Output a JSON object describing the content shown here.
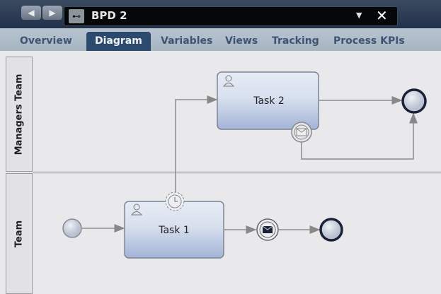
{
  "toolbar": {
    "back": "◀",
    "forward": "▶",
    "title": "BPD 2",
    "dropdown": "▼",
    "close": "✕"
  },
  "tabs": [
    {
      "label": "Overview"
    },
    {
      "label": "Diagram"
    },
    {
      "label": "Variables"
    },
    {
      "label": "Views"
    },
    {
      "label": "Tracking"
    },
    {
      "label": "Process KPIs"
    }
  ],
  "active_tab": "Diagram",
  "lanes": [
    {
      "label": "Managers Team"
    },
    {
      "label": "Team"
    }
  ],
  "tasks": [
    {
      "label": "Task 1"
    },
    {
      "label": "Task 2"
    }
  ],
  "colors": {
    "accent": "#2c4a6e",
    "task_top": "#e4eaf4",
    "task_bottom": "#a4b6d6"
  }
}
